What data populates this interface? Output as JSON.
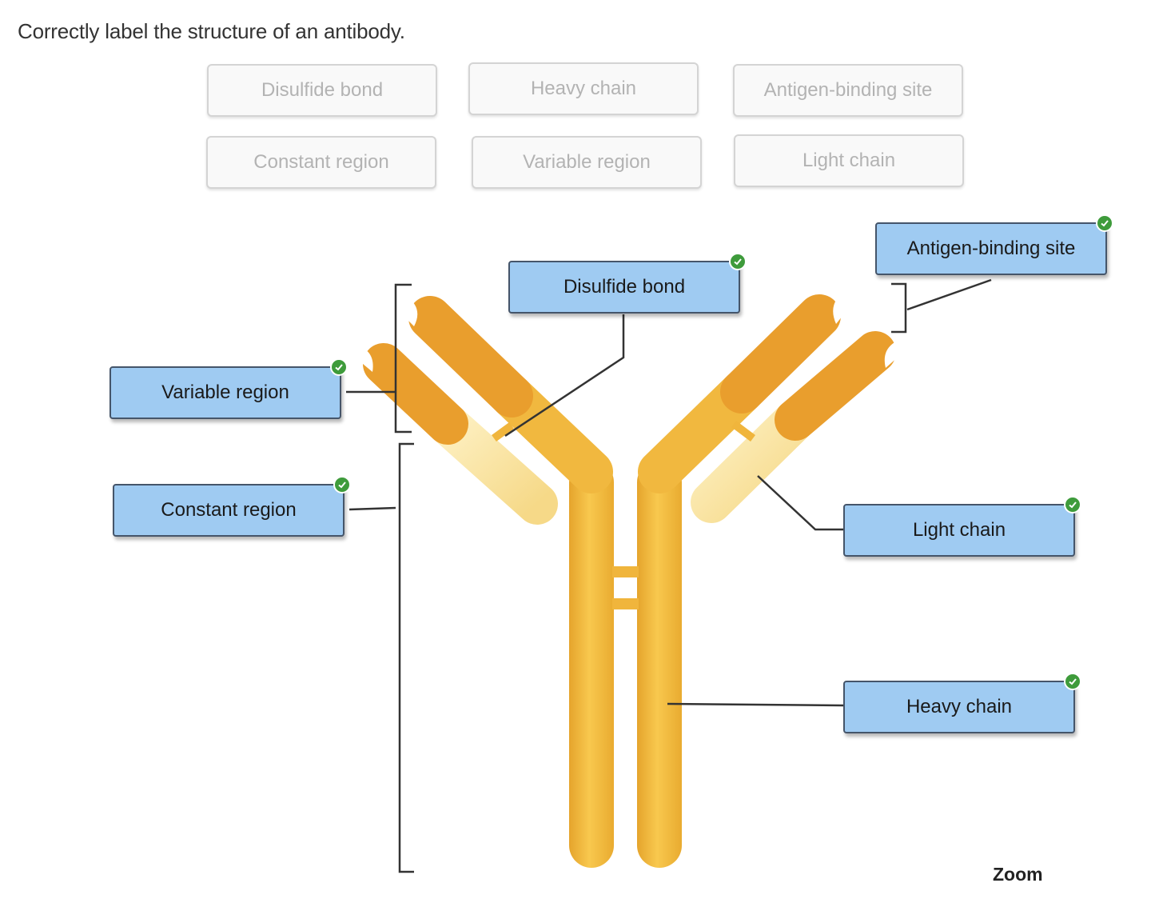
{
  "instruction": "Correctly label the structure of an antibody.",
  "label_bank": [
    {
      "label": "Disulfide bond"
    },
    {
      "label": "Heavy chain"
    },
    {
      "label": "Antigen-binding site"
    },
    {
      "label": "Constant region"
    },
    {
      "label": "Variable region"
    },
    {
      "label": "Light chain"
    }
  ],
  "placed_labels": {
    "disulfide_bond": "Disulfide bond",
    "antigen_binding_site": "Antigen-binding site",
    "variable_region": "Variable region",
    "constant_region": "Constant region",
    "light_chain": "Light chain",
    "heavy_chain": "Heavy chain"
  },
  "status": "correct",
  "zoom_label": "Zoom",
  "colors": {
    "label_fill": "#9fcbf2",
    "label_border": "#45556a",
    "check": "#3e9b3b",
    "heavy_chain": "#f2b93f",
    "variable_dark": "#e99e2d",
    "light_constant": "#fbe7a6"
  }
}
